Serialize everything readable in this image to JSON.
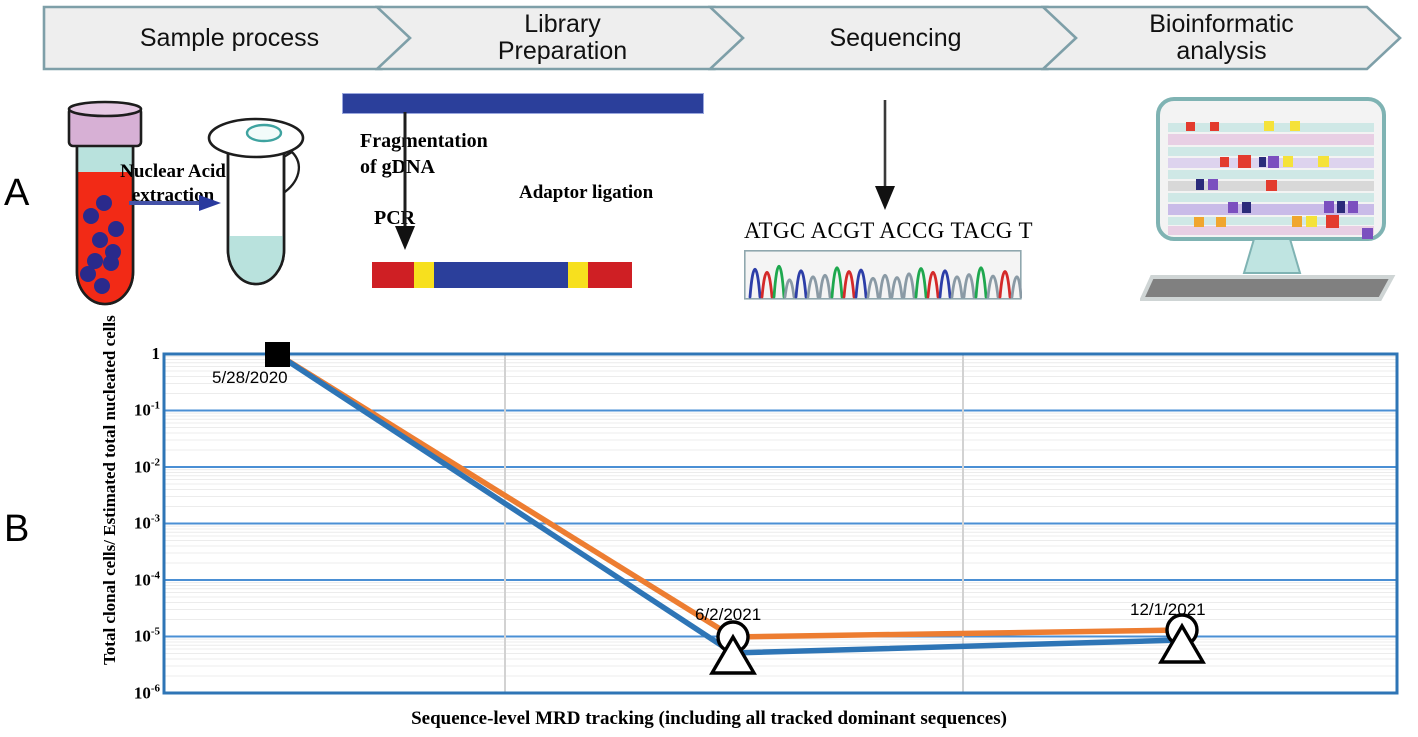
{
  "panels": {
    "a_label": "A",
    "b_label": "B"
  },
  "workflow": {
    "steps": [
      {
        "id": "sample-process",
        "label": "Sample process"
      },
      {
        "id": "library-preparation",
        "label": "Library\nPreparation"
      },
      {
        "id": "sequencing",
        "label": "Sequencing"
      },
      {
        "id": "bioinformatic-analysis",
        "label": "Bioinformatic\nanalysis"
      }
    ]
  },
  "panel_a": {
    "nuclear_acid_extraction": "Nuclear Acid extraction",
    "fragmentation_label": "Fragmentation\nof gDNA",
    "pcr_label": "PCR",
    "adaptor_label": "Adaptor ligation",
    "sequence_text": "ATGC ACGT ACCG TACG T",
    "blood_tube": {
      "cap_color": "#d7b0d5",
      "plasma_color": "#b9e2dd",
      "blood_color": "#f22a16",
      "cell_color": "#2a2a8c"
    },
    "micro_tube": {
      "body_color": "#ffffff",
      "liquid_color": "#b9e2dd"
    },
    "dna": {
      "genomic_color": "#2b3f9b",
      "adaptor_color": "#cf1f24",
      "index_color": "#f7e01e"
    },
    "chromatogram": {
      "colors": [
        "#2d3ea8",
        "#d42a2a",
        "#1ea84e",
        "#8a9aa5"
      ]
    },
    "monitor": {
      "frame_color": "#7fb3b3",
      "screen_color": "#f2f2f2"
    }
  },
  "chart_data": {
    "type": "line",
    "title": "",
    "xlabel": "Sequence-level MRD tracking (including all tracked dominant sequences)",
    "ylabel": "Total clonal cells/ Estimated total nucleated cells",
    "y_scale": "log",
    "ylim": [
      1e-06,
      1
    ],
    "ytick_labels": [
      "1",
      "10-1",
      "10-2",
      "10-3",
      "10-4",
      "10-5",
      "10-6"
    ],
    "ytick_values": [
      1,
      0.1,
      0.01,
      0.001,
      0.0001,
      1e-05,
      1e-06
    ],
    "x_categories": [
      "5/28/2020",
      "6/2/2021",
      "12/1/2021"
    ],
    "point_labels": [
      "5/28/2020",
      "6/2/2021",
      "12/1/2021"
    ],
    "grid": "major-horizontal-blue, minor-horizontal-grey, vertical-grey",
    "legend": "none",
    "series": [
      {
        "name": "series-orange",
        "color": "#ED7D31",
        "marker": "circle",
        "values": [
          1.0,
          1e-05,
          1.3e-05
        ]
      },
      {
        "name": "series-blue",
        "color": "#2E75B6",
        "marker": "triangle",
        "values": [
          1.0,
          5e-06,
          9e-06
        ]
      }
    ],
    "start_marker": {
      "shape": "square",
      "color": "#000000",
      "value": 1.0
    },
    "plot_border_color": "#2E75B6"
  }
}
